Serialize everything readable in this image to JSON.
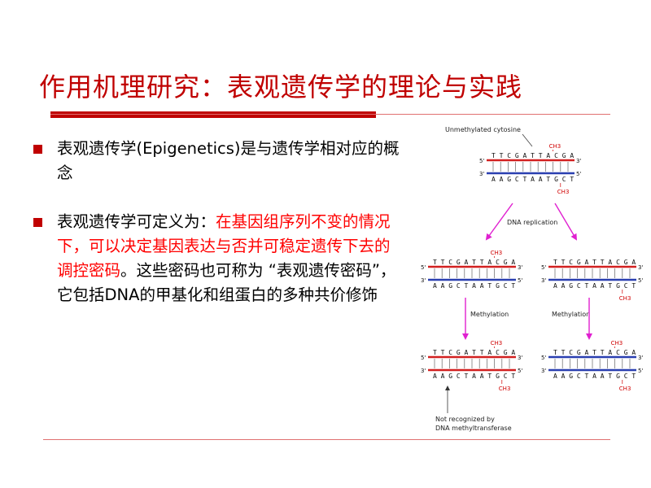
{
  "slide": {
    "title": "作用机理研究：表观遗传学的理论与实践",
    "bullet1": {
      "text": "表观遗传学(Epigenetics)是与遗传学相对应的概念"
    },
    "bullet2": {
      "prefix": "表观遗传学可定义为：",
      "highlight": "在基因组序列不变的情况下，可以决定基因表达与否并可稳定遗传下去的调控密码",
      "suffix": "。这些密码也可称为 “表观遗传密码”，它包括DNA的甲基化和组蛋白的多种共价修饰"
    },
    "colors": {
      "title": "#c00000",
      "highlight": "#ff0000",
      "strand_top": "#d22020",
      "strand_bottom": "#2a3fb0",
      "arrow": "#e020d0"
    }
  },
  "diagram": {
    "unmethylated_label": "Unmethylated cytosine",
    "ch3": "CH3",
    "dna_replication_label": "DNA replication",
    "methylation_label": "Methylation",
    "not_recognized_line1": "Not recognized by",
    "not_recognized_line2": "DNA methyltransferase",
    "top_seq": "T T C G A T T A C G A",
    "bottom_seq": "A A G C T A A T G C T",
    "five": "5'",
    "three": "3'"
  }
}
